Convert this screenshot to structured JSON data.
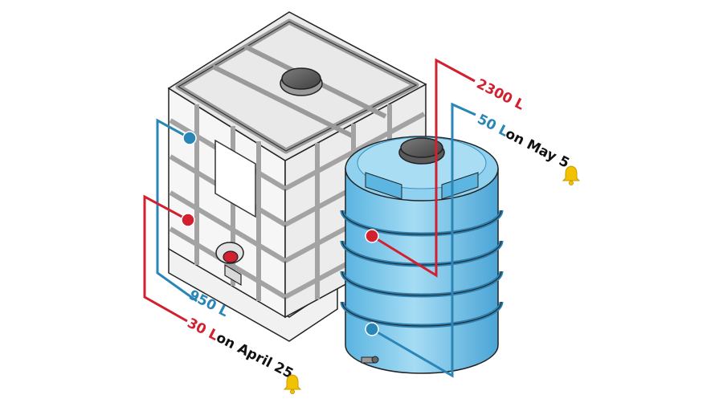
{
  "tank_left": {
    "name": "IBC container",
    "capacity_label": "950 L",
    "level_label": "30 L",
    "date_label": "on April 25",
    "alert_icon": "bell-icon"
  },
  "tank_right": {
    "name": "cylindrical tank",
    "capacity_label": "2300 L",
    "level_label": "50 L",
    "date_label": "on May 5",
    "alert_icon": "bell-icon"
  },
  "colors": {
    "capacity_line": "#2a86b6",
    "level_line": "#d2202f",
    "alert": "#f2c200",
    "tank_blue": "#7fc9ec"
  }
}
